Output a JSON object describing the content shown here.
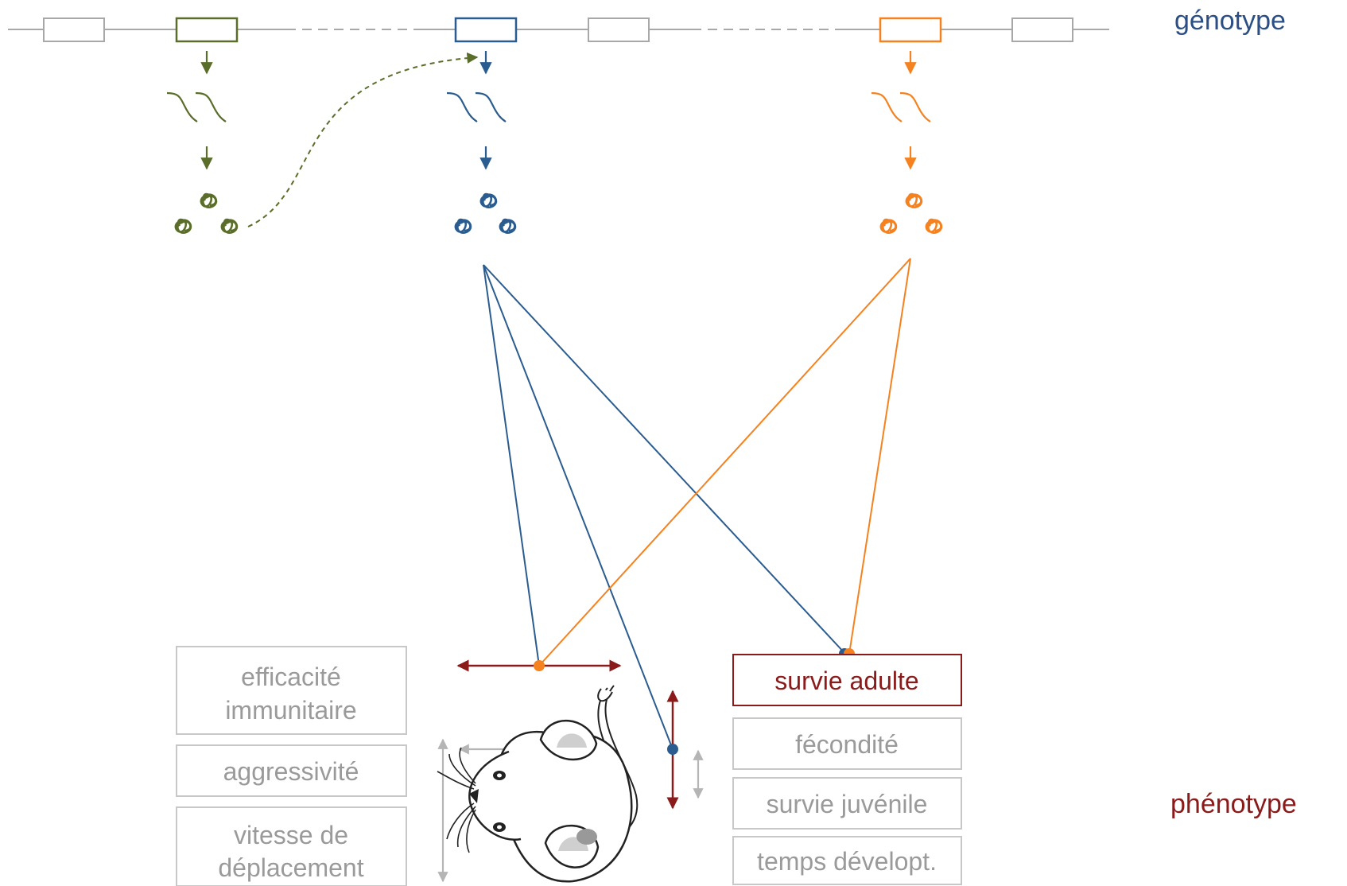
{
  "labels": {
    "genotype": "génotype",
    "phenotype": "phénotype"
  },
  "traits_left": [
    {
      "line1": "efficacité",
      "line2": "immunitaire"
    },
    {
      "line1": "aggressivité"
    },
    {
      "line1": "vitesse de",
      "line2": "déplacement"
    }
  ],
  "traits_right": [
    {
      "text": "survie adulte",
      "highlighted": true
    },
    {
      "text": "fécondité",
      "highlighted": false
    },
    {
      "text": "survie juvénile",
      "highlighted": false
    },
    {
      "text": "temps dévelopt.",
      "highlighted": false
    }
  ],
  "colors": {
    "green": "#5a6e2a",
    "blue": "#2b5c8f",
    "orange": "#f5821f",
    "dark_red": "#8b1a1a",
    "grey": "#aaaaaa",
    "genotype_text": "#2b4f85",
    "phenotype_text": "#8b1a1a"
  },
  "genes": [
    {
      "color": "green",
      "active": true
    },
    {
      "color": "blue",
      "active": true
    },
    {
      "color": "orange",
      "active": true
    }
  ]
}
